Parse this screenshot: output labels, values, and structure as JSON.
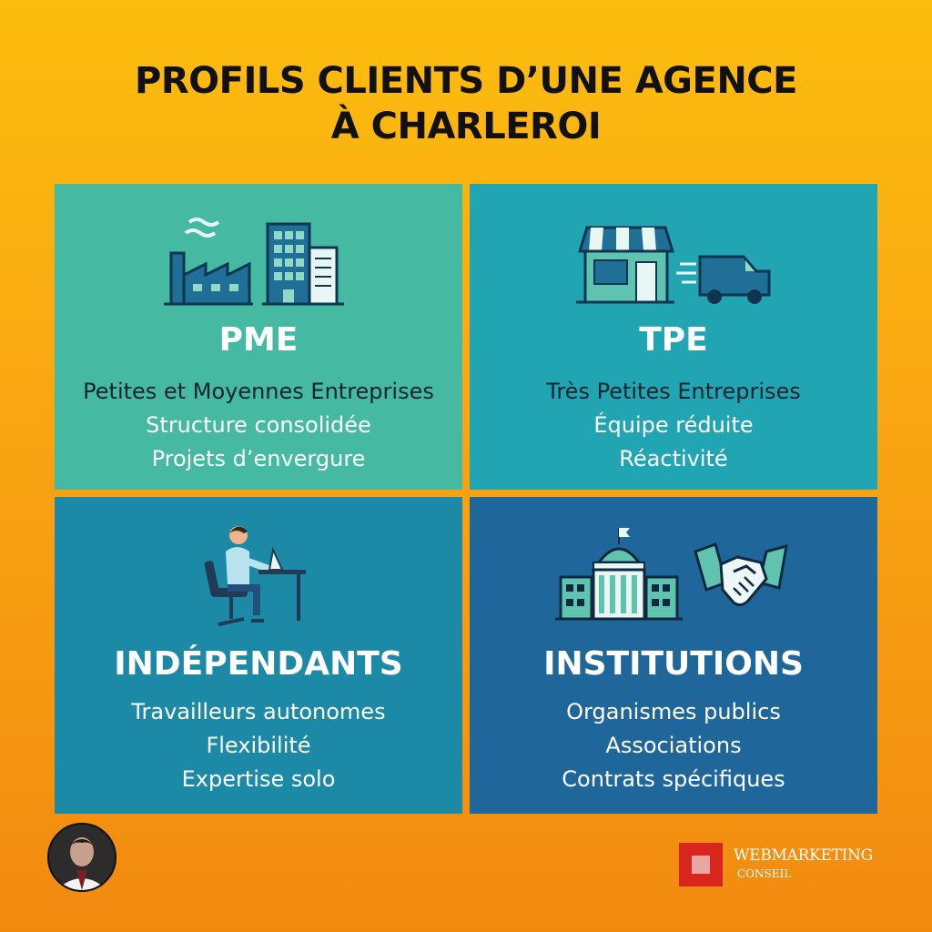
{
  "title": {
    "line1": "PROFILS CLIENTS D’UNE AGENCE",
    "line2": "À CHARLEROI"
  },
  "cards": {
    "pme": {
      "heading": "PME",
      "lines": [
        "Petites et Moyennes Entreprises",
        "Structure consolidée",
        "Projets d’envergure"
      ],
      "icons": [
        "factory-icon",
        "office-building-icon"
      ],
      "color": "#45b9a2"
    },
    "tpe": {
      "heading": "TPE",
      "lines": [
        "Très Petites Entreprises",
        "Équipe réduite",
        "Réactivité"
      ],
      "icons": [
        "shop-icon",
        "delivery-van-icon"
      ],
      "color": "#22a5b2"
    },
    "independants": {
      "heading": "INDÉPENDANTS",
      "lines": [
        "Travailleurs autonomes",
        "Flexibilité",
        "Expertise solo"
      ],
      "icons": [
        "person-at-laptop-icon"
      ],
      "color": "#1c8aa6"
    },
    "institutions": {
      "heading": "INSTITUTIONS",
      "lines": [
        "Organismes publics",
        "Associations",
        "Contrats spécifiques"
      ],
      "icons": [
        "government-building-icon",
        "handshake-icon"
      ],
      "color": "#1f679a"
    }
  },
  "footer": {
    "brand_name": "WEBMARKETING",
    "brand_sub": "CONSEIL",
    "brand_color": "#d6261d"
  }
}
